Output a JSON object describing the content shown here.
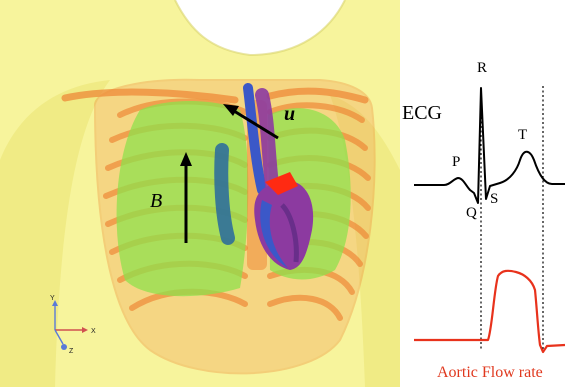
{
  "vectors": {
    "B": "B",
    "u": "u"
  },
  "ecg": {
    "title": "ECG",
    "waves": {
      "P": "P",
      "Q": "Q",
      "R": "R",
      "S": "S",
      "T": "T"
    }
  },
  "flow": {
    "caption": "Aortic Flow rate"
  },
  "axes_triad": {
    "y": "Y",
    "x": "X",
    "z": "Z"
  },
  "colors": {
    "torso": "#f6f39a",
    "ribs": "#f08a3c",
    "lungs": "#9be05c",
    "vessel_blue": "#3b58c8",
    "vessel_purple": "#8c3aa0",
    "vessel_red": "#ff2a12",
    "flow_curve": "#e8321c",
    "flow_caption": "#e0381e",
    "ecg_curve": "#000000"
  }
}
